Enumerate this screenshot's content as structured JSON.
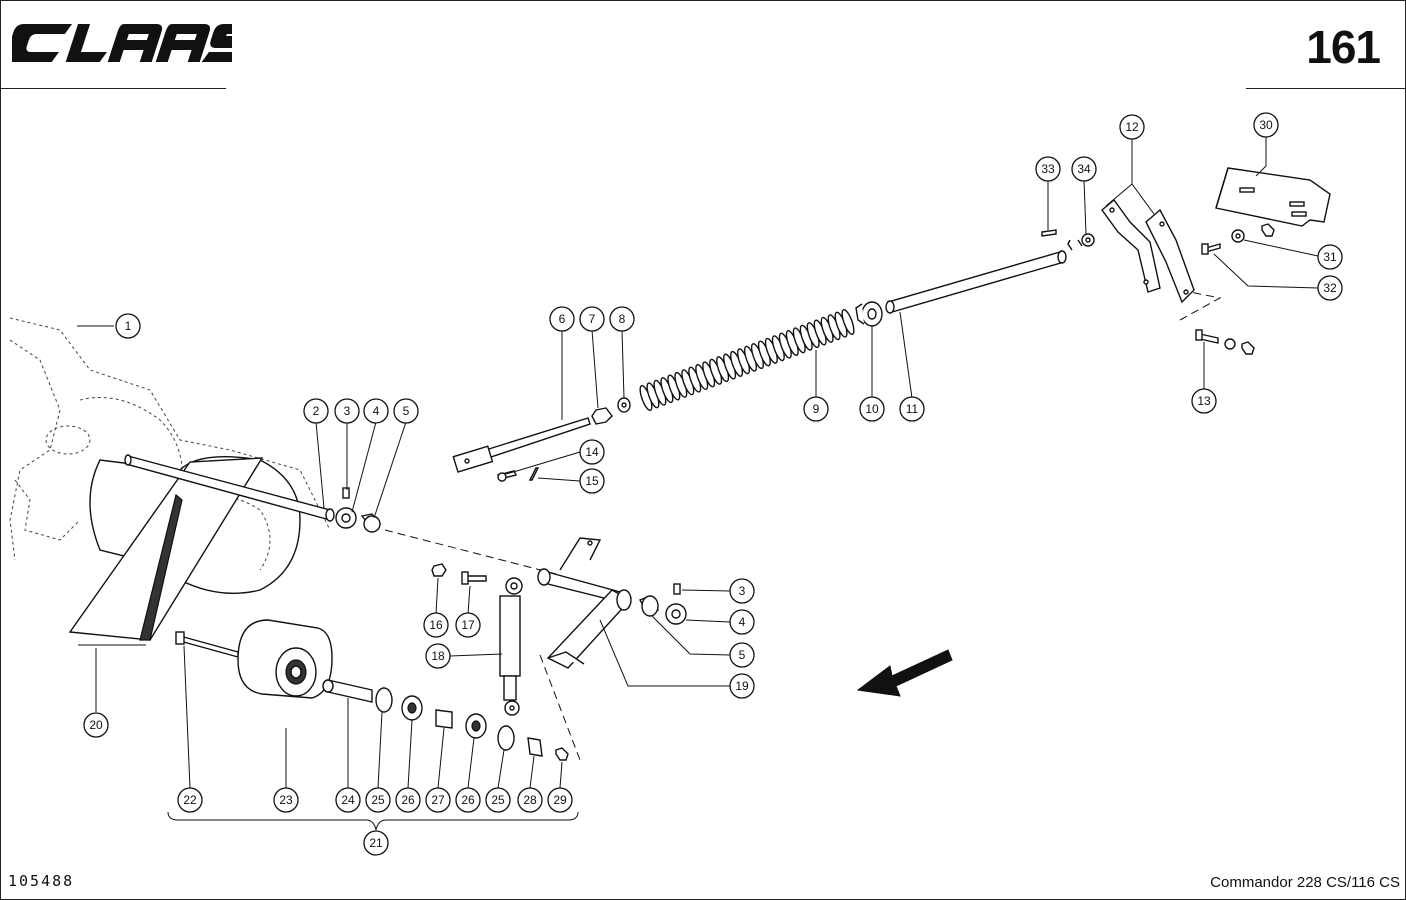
{
  "header": {
    "brand": "CLAAS",
    "page_number": "161"
  },
  "footer": {
    "drawing_number": "105488",
    "model": "Commandor  228 CS/116 CS"
  },
  "callouts": [
    "1",
    "2",
    "3",
    "4",
    "5",
    "6",
    "7",
    "8",
    "9",
    "10",
    "11",
    "12",
    "13",
    "14",
    "15",
    "16",
    "17",
    "18",
    "19",
    "20",
    "21",
    "22",
    "23",
    "24",
    "25",
    "26",
    "27",
    "28",
    "29",
    "30",
    "31",
    "32",
    "33",
    "34"
  ]
}
